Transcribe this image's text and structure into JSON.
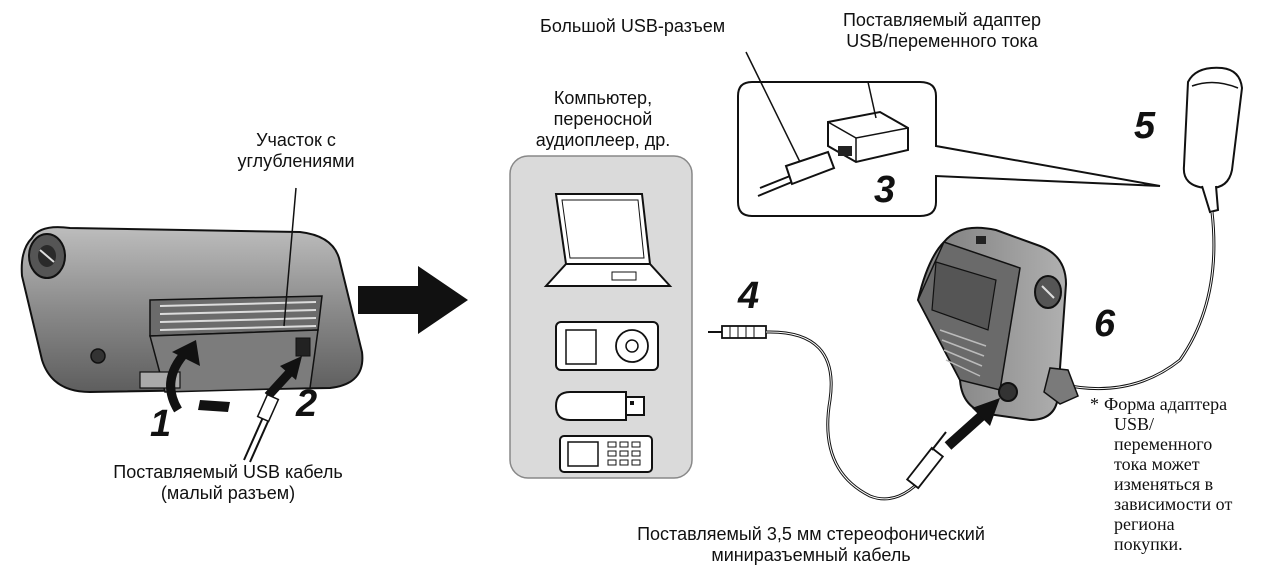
{
  "labels": {
    "large_usb": "Большой USB-разъем",
    "adapter": [
      "Поставляемый адаптер",
      "USB/переменного тока"
    ],
    "computer": [
      "Компьютер,",
      "переносной",
      "аудиоплеер, др."
    ],
    "grooves": [
      "Участок с",
      "углублениями"
    ],
    "usb_cable": [
      "Поставляемый USB кабель",
      "(малый разъем)"
    ],
    "mini_cable": [
      "Поставляемый 3,5 мм стереофонический",
      "миниразъемный кабель"
    ]
  },
  "steps": [
    "1",
    "2",
    "3",
    "4",
    "5",
    "6"
  ],
  "note": {
    "asterisk": "*",
    "lines": [
      "Форма адаптера",
      "USB/",
      "переменного",
      "тока может",
      "изменяться в",
      "зависимости от",
      "региона",
      "покупки."
    ]
  },
  "icons": [
    "speaker-device",
    "laptop-icon",
    "audio-player-icon",
    "usb-stick-icon",
    "phone-icon",
    "usb-ac-adapter-icon",
    "plug-adapter-icon",
    "arrow-right-icon"
  ],
  "colors": {
    "ink": "#111111",
    "panel": "#d9d9d9",
    "device": "#8c8c8c"
  }
}
